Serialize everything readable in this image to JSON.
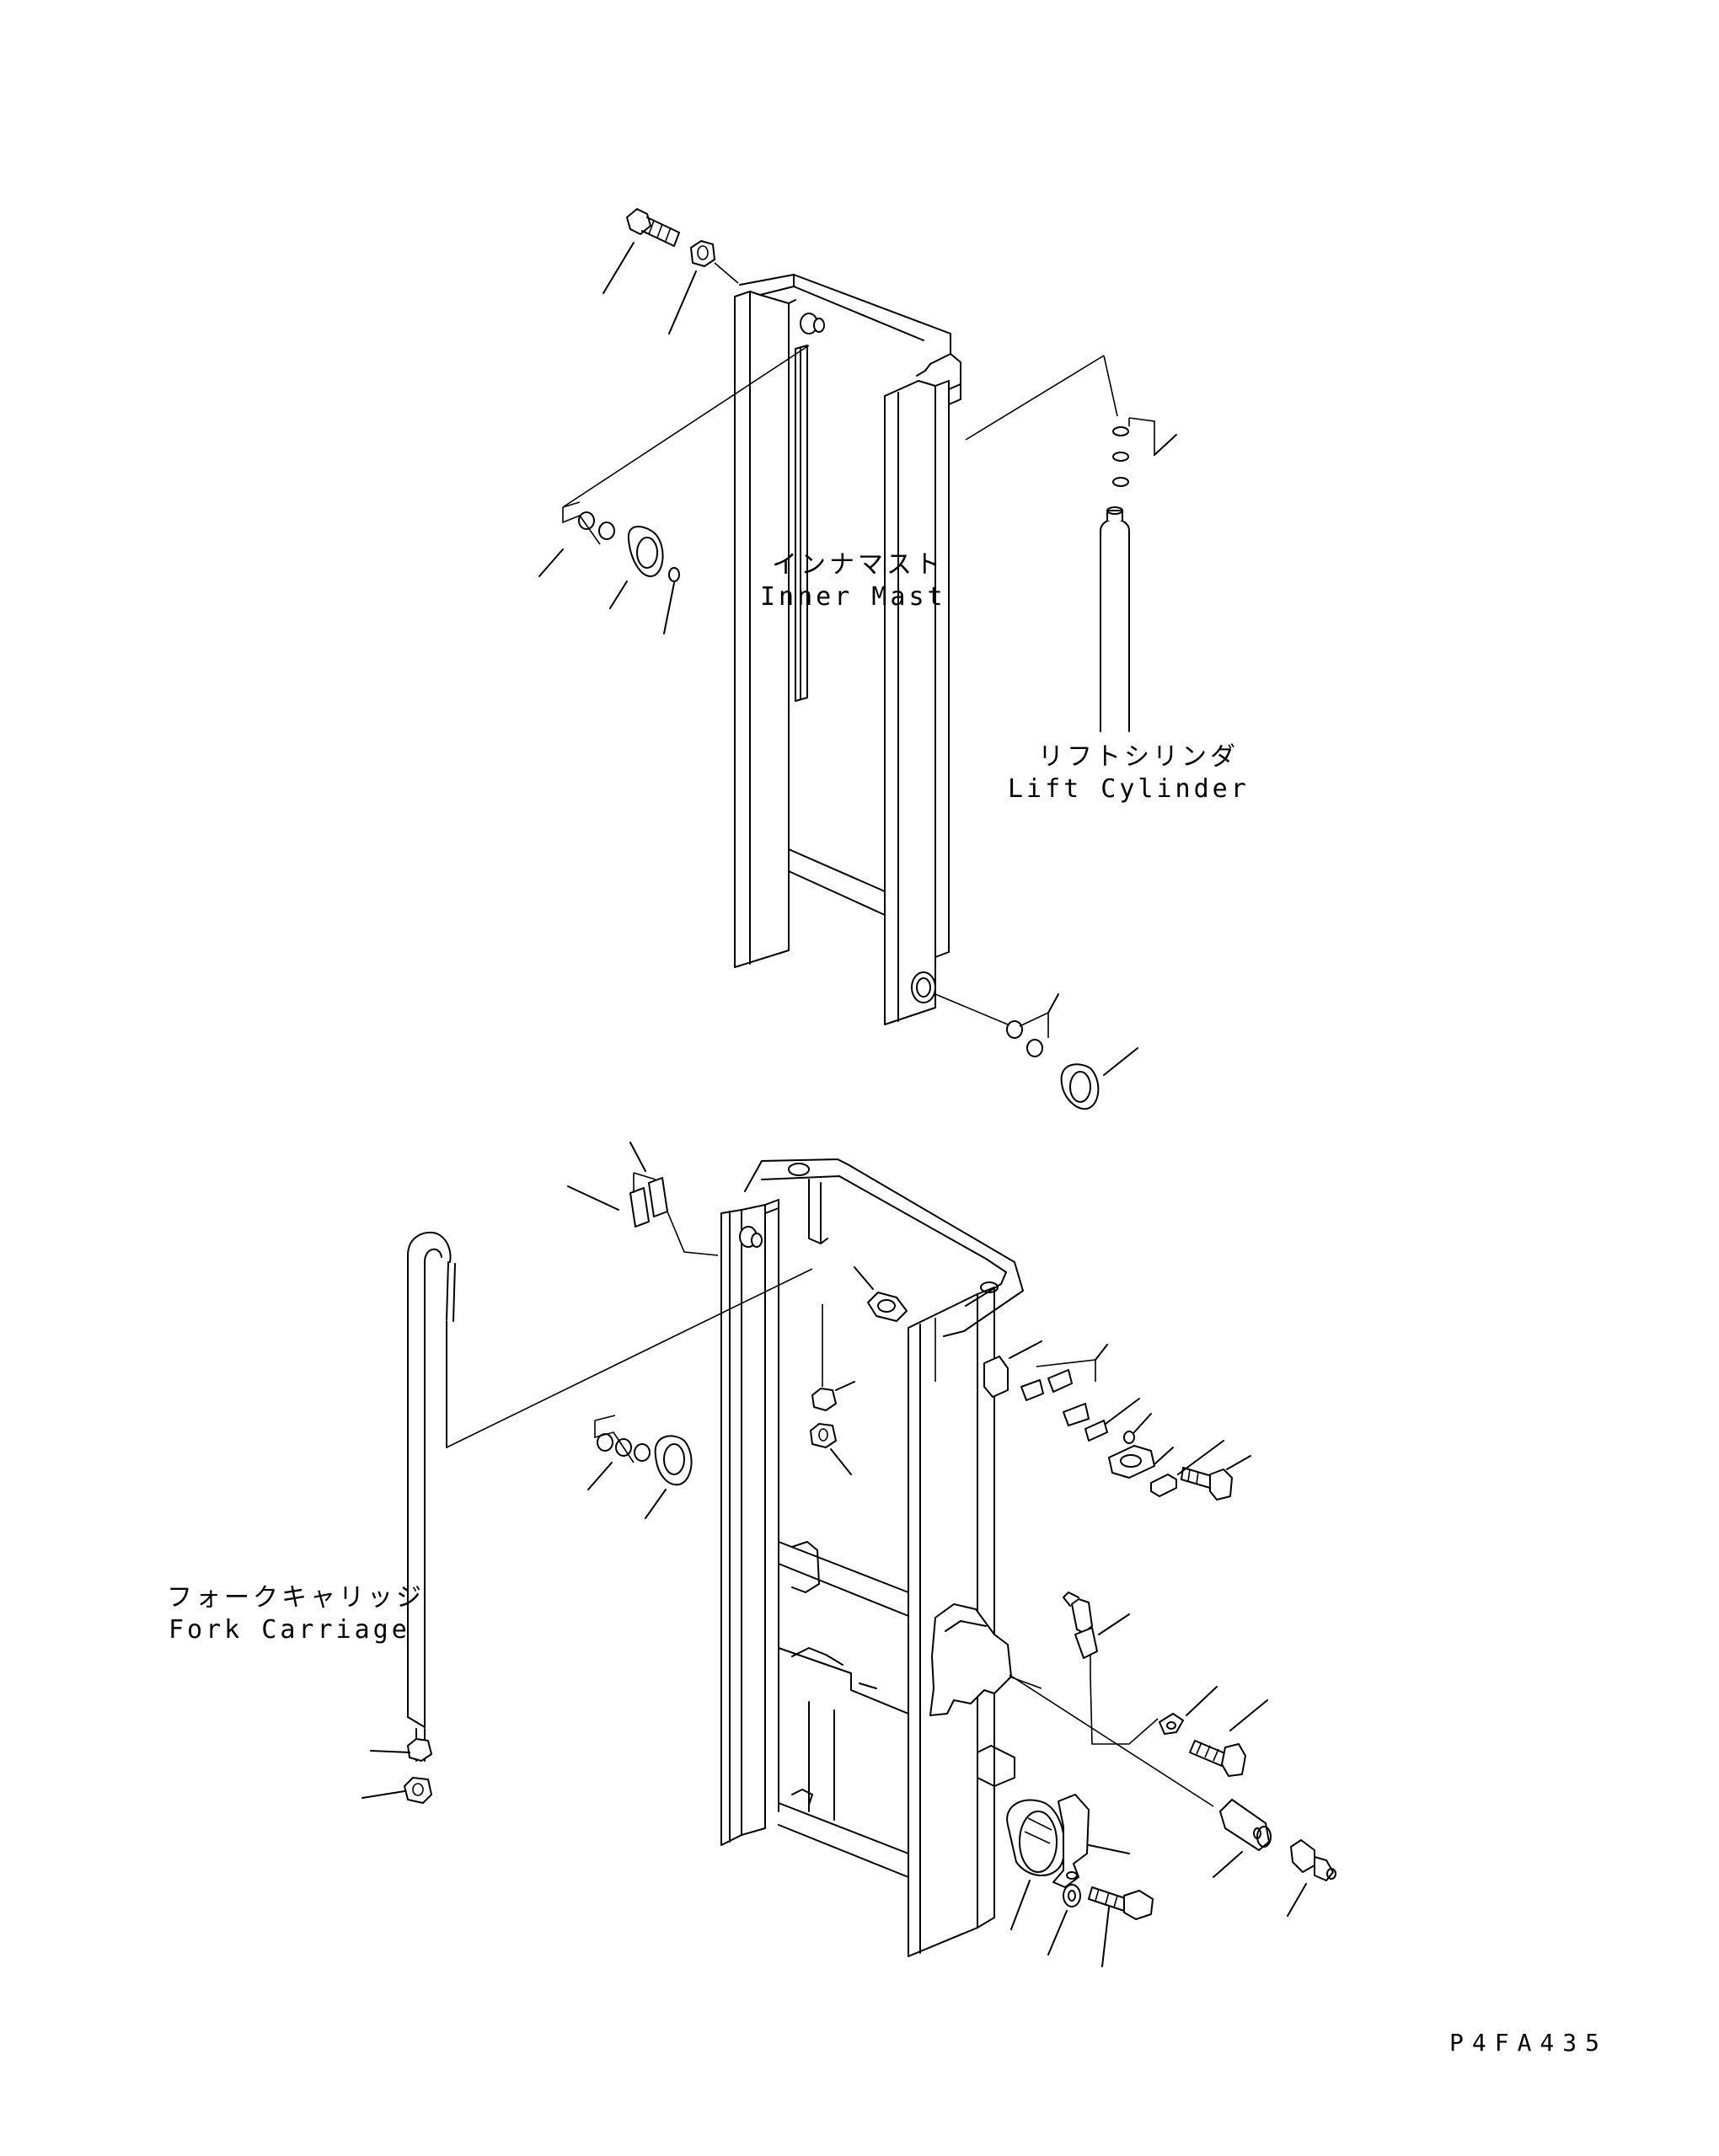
{
  "drawing_code": "P4FA435",
  "labels": {
    "inner_mast_jp": "インナマスト",
    "inner_mast_en": "Inner Mast",
    "lift_cylinder_jp": "リフトシリンダ",
    "lift_cylinder_en": "Lift Cylinder",
    "fork_carriage_jp": "フォークキャリッジ",
    "fork_carriage_en": "Fork Carriage"
  }
}
